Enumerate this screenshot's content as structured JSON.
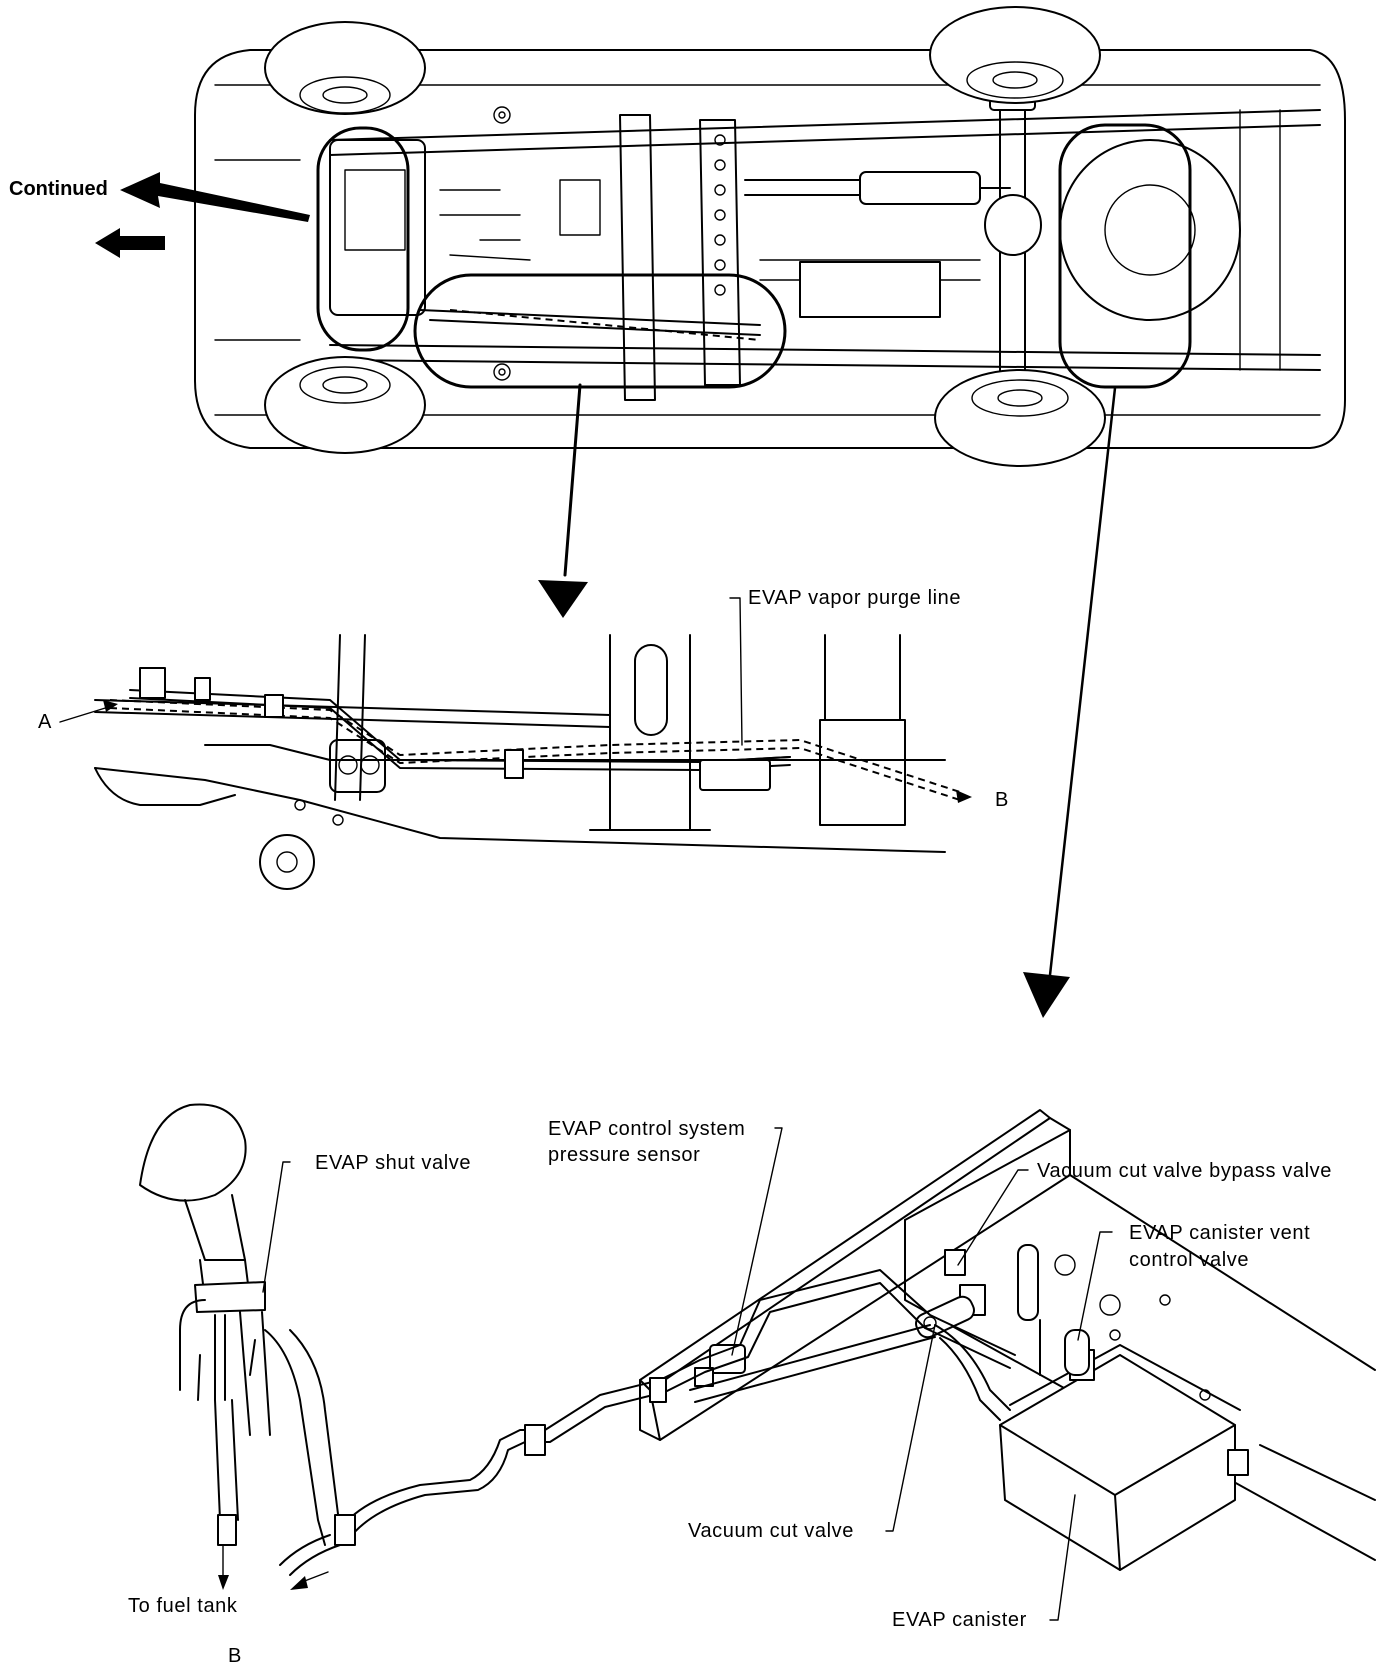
{
  "labels": {
    "continued": "Continued",
    "evap_vapor_purge_line": "EVAP vapor purge line",
    "point_a": "A",
    "point_b_mid": "B",
    "evap_shut_valve": "EVAP shut valve",
    "evap_control_system_pressure_sensor_line1": "EVAP control system",
    "evap_control_system_pressure_sensor_line2": "pressure sensor",
    "vacuum_cut_valve_bypass_valve": "Vacuum cut valve bypass valve",
    "evap_canister_vent_control_valve_line1": "EVAP canister vent",
    "evap_canister_vent_control_valve_line2": "control valve",
    "vacuum_cut_valve": "Vacuum cut valve",
    "to_fuel_tank": "To fuel tank",
    "evap_canister": "EVAP canister",
    "point_b_bottom": "B"
  },
  "icons": {
    "front_direction": "front-arrow-icon"
  }
}
